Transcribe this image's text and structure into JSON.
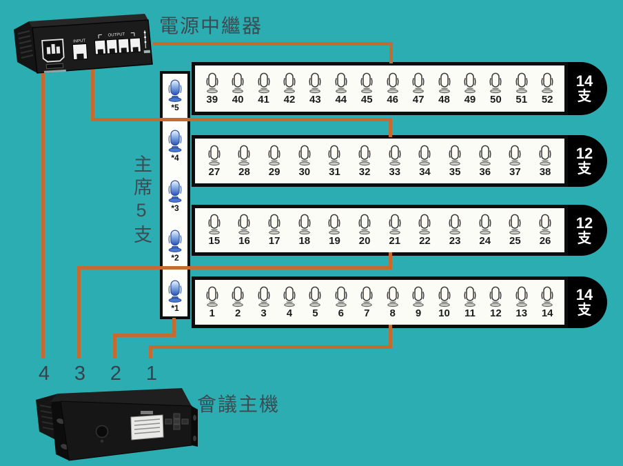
{
  "colors": {
    "background": "#2badb1",
    "wire_orange": "#c36b31",
    "label_text": "#3d4b52",
    "row_cap_bg": "#000000",
    "row_cap_text": "#ffffff",
    "chairman_mic_blue": "#2950b4"
  },
  "labels": {
    "power_relay": "電源中繼器",
    "conference_host": "會議主機",
    "chairman_group": "主席5支"
  },
  "power_relay_panel": {
    "input_label": "INPUT",
    "output_label": "OUTPUT"
  },
  "host_ports": [
    "4",
    "3",
    "2",
    "1"
  ],
  "chairman": {
    "mics": [
      "*5",
      "*4",
      "*3",
      "*2",
      "*1"
    ]
  },
  "rows": [
    {
      "cap": {
        "num": "14",
        "unit": "支"
      },
      "mics": [
        "39",
        "40",
        "41",
        "42",
        "43",
        "44",
        "45",
        "46",
        "47",
        "48",
        "49",
        "50",
        "51",
        "52"
      ]
    },
    {
      "cap": {
        "num": "12",
        "unit": "支"
      },
      "mics": [
        "27",
        "28",
        "29",
        "30",
        "31",
        "32",
        "33",
        "34",
        "35",
        "36",
        "37",
        "38"
      ]
    },
    {
      "cap": {
        "num": "12",
        "unit": "支"
      },
      "mics": [
        "15",
        "16",
        "17",
        "18",
        "19",
        "20",
        "21",
        "22",
        "23",
        "24",
        "25",
        "26"
      ]
    },
    {
      "cap": {
        "num": "14",
        "unit": "支"
      },
      "mics": [
        "1",
        "2",
        "3",
        "4",
        "5",
        "6",
        "7",
        "8",
        "9",
        "10",
        "11",
        "12",
        "13",
        "14"
      ]
    }
  ]
}
